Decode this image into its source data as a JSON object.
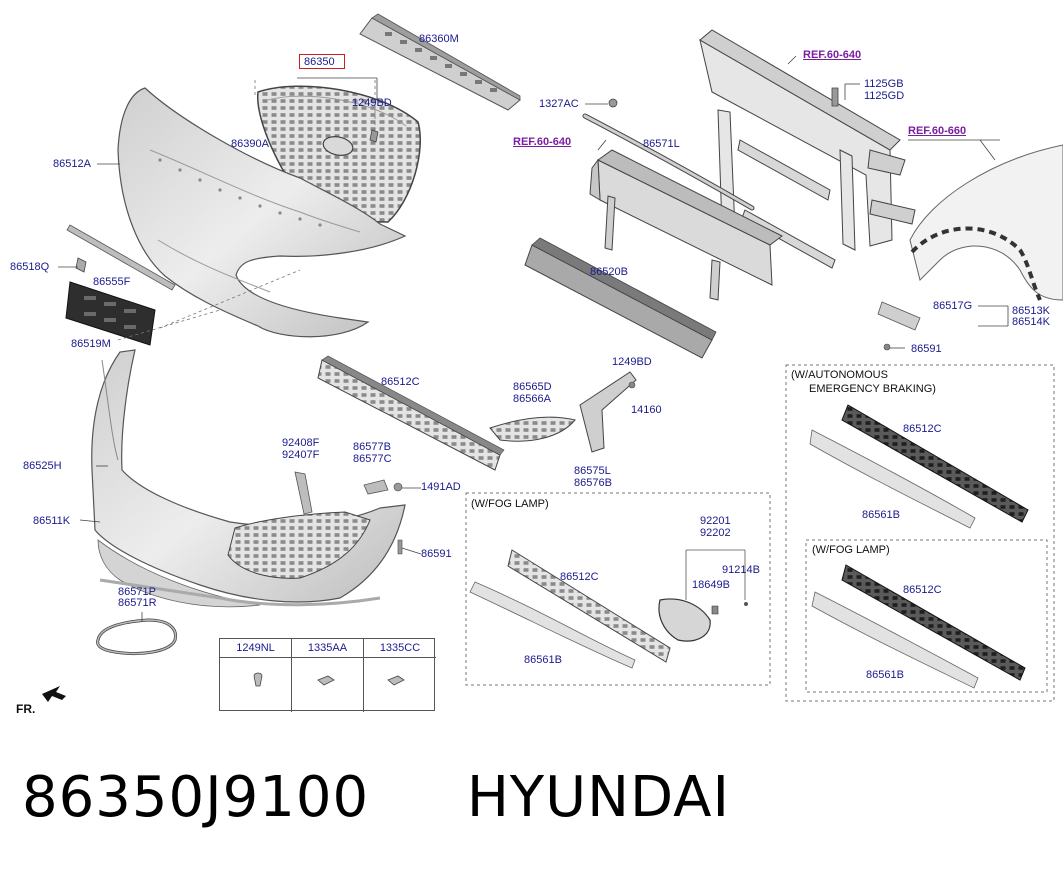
{
  "caption": {
    "part_number": "86350J9100",
    "brand": "HYUNDAI"
  },
  "highlighted_part": "86350",
  "front_indicator": "FR.",
  "labels": {
    "l86360M": "86360M",
    "l86350": "86350",
    "l1249BD_top": "1249BD",
    "l86390A": "86390A",
    "l86512A": "86512A",
    "l86518Q": "86518Q",
    "l86555F": "86555F",
    "l86519M": "86519M",
    "l1327AC": "1327AC",
    "l86571L": "86571L",
    "l1125GB": "1125GB",
    "l1125GD": "1125GD",
    "l86520B": "86520B",
    "l86517G": "86517G",
    "l86513K": "86513K",
    "l86514K": "86514K",
    "l86591_right": "86591",
    "l1249BD_mid": "1249BD",
    "l14160": "14160",
    "l86512C_mid": "86512C",
    "l86565D": "86565D",
    "l86566A": "86566A",
    "l86575L": "86575L",
    "l86576B": "86576B",
    "l86525H": "86525H",
    "l92408F": "92408F",
    "l92407F": "92407F",
    "l86577B": "86577B",
    "l86577C": "86577C",
    "l1491AD": "1491AD",
    "l86511K": "86511K",
    "l86591_left": "86591",
    "l86571P": "86571P",
    "l86571R": "86571R",
    "l92201": "92201",
    "l92202": "92202",
    "l91214B": "91214B",
    "l18649B": "18649B",
    "l86512C_fog": "86512C",
    "l86561B_fog": "86561B",
    "l86512C_aeb": "86512C",
    "l86561B_aeb": "86561B",
    "l86512C_aebfog": "86512C",
    "l86561B_aebfog": "86561B"
  },
  "refs": {
    "ref_top": "REF.60-640",
    "ref_left": "REF.60-640",
    "ref_right": "REF.60-660"
  },
  "boxes": {
    "fog": "(W/FOG LAMP)",
    "aeb_1": "(W/AUTONOMOUS",
    "aeb_2": "EMERGENCY BRAKING)",
    "aeb_fog": "(W/FOG LAMP)"
  },
  "fastener_table": {
    "headers": [
      "1249NL",
      "1335AA",
      "1335CC"
    ]
  }
}
